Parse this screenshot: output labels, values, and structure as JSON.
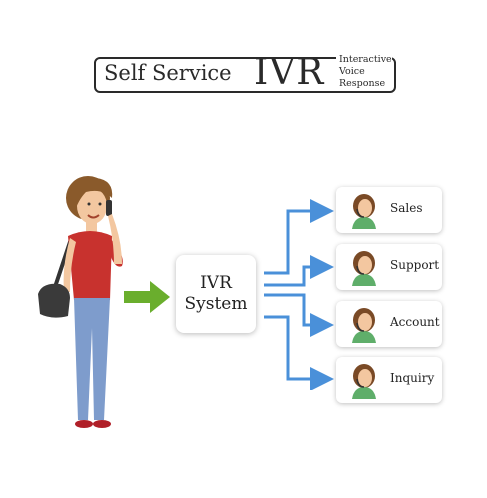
{
  "title": {
    "main": "Self Service",
    "acronym": "IVR",
    "expansion": "Interactive\nVoice\nResponse"
  },
  "system": {
    "line1": "IVR",
    "line2": "System"
  },
  "destinations": [
    {
      "label": "Sales"
    },
    {
      "label": "Support"
    },
    {
      "label": "Account"
    },
    {
      "label": "Inquiry"
    }
  ],
  "colors": {
    "connector": "#4a90d9",
    "input_arrow": "#6aae2d",
    "border": "#2a2a2a",
    "shirt": "#c8322e",
    "jeans": "#7e9ccc",
    "hair": "#8a5a2b",
    "agent_shirt": "#5fae6a"
  },
  "icons": {
    "person": "woman-on-phone-icon",
    "agent": "headset-agent-icon",
    "arrow": "right-arrow-icon"
  }
}
